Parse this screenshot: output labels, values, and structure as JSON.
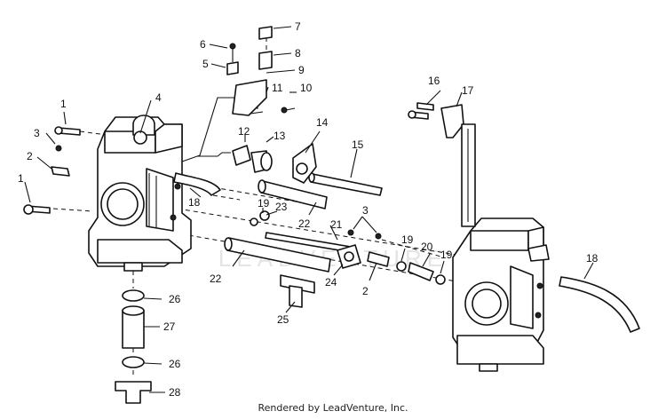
{
  "callouts": {
    "c1a": "1",
    "c1b": "1",
    "c2a": "2",
    "c2b": "2",
    "c3a": "3",
    "c3b": "3",
    "c4": "4",
    "c5": "5",
    "c6": "6",
    "c7": "7",
    "c8": "8",
    "c9": "9",
    "c10": "10",
    "c11": "11",
    "c12": "12",
    "c13": "13",
    "c14": "14",
    "c15": "15",
    "c16": "16",
    "c17": "17",
    "c18a": "18",
    "c18b": "18",
    "c19a": "19",
    "c19b": "19",
    "c19c": "19",
    "c20": "20",
    "c21": "21",
    "c22a": "22",
    "c22b": "22",
    "c23": "23",
    "c24": "24",
    "c25": "25",
    "c26a": "26",
    "c26b": "26",
    "c27": "27",
    "c28": "28"
  },
  "watermark": "LEADVENTURE",
  "credit": "Rendered by LeadVenture, Inc."
}
